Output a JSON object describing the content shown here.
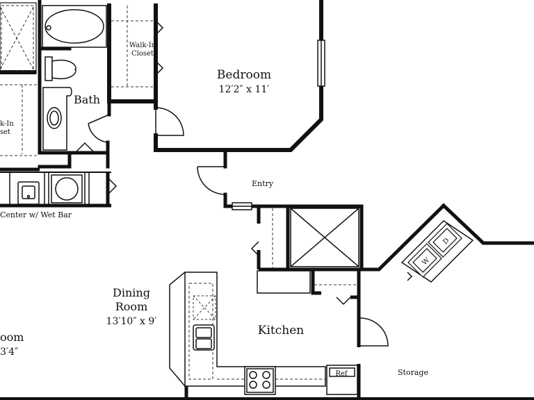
{
  "colors": {
    "wall": "#111111",
    "background": "#ffffff",
    "line": "#333333"
  },
  "rooms": {
    "bedroom": {
      "name": "Bedroom",
      "size": "12′2″ x 11′"
    },
    "bath": {
      "name": "Bath"
    },
    "walk_in_closet_top": {
      "line1": "Walk-In",
      "line2": "Closet"
    },
    "walk_in_closet_left": {
      "line1": "k-In",
      "line2": "set"
    },
    "entry": {
      "name": "Entry"
    },
    "dining_room": {
      "line1": "Dining",
      "line2": "Room",
      "size": "13′10″ x 9′"
    },
    "kitchen": {
      "name": "Kitchen"
    },
    "living_room": {
      "line1": "oom",
      "size": "3′4″"
    },
    "storage": {
      "name": "Storage"
    },
    "entertainment_center": {
      "label": "Center w/ Wet Bar"
    }
  },
  "appliances": {
    "refrigerator": "Ref",
    "washer": "W",
    "dryer": "D"
  }
}
